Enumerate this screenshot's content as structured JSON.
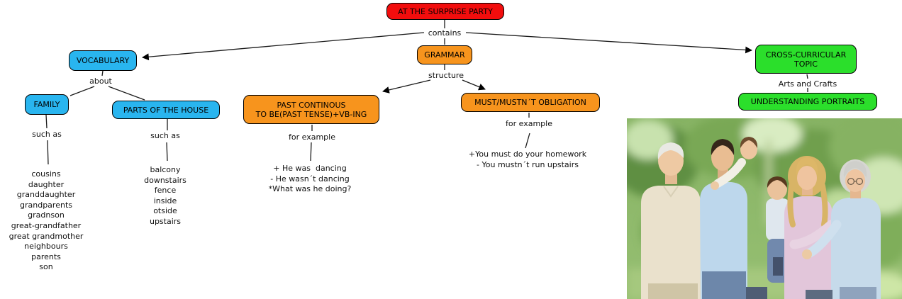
{
  "colors": {
    "root_red": "#f20d0d",
    "vocab_cyan": "#29b5ef",
    "grammar_orange": "#f7941d",
    "topic_green": "#2bdf2b"
  },
  "nodes": {
    "root": "AT THE SURPRISE PARTY",
    "vocabulary": "VOCABULARY",
    "grammar": "GRAMMAR",
    "cross_curricular": "CROSS-CURRICULAR\nTOPIC",
    "family": "FAMILY",
    "parts_of_the_house": "PARTS OF THE HOUSE",
    "past_continous": "PAST CONTINOUS\nTO BE(PAST TENSE)+VB-ING",
    "must_obligation": "MUST/MUSTN´T OBLIGATION",
    "understanding_portraits": "UNDERSTANDING PORTRAITS"
  },
  "link_labels": {
    "contains": "contains",
    "about": "about",
    "such_as_family": "such as",
    "such_as_house": "such as",
    "structure": "structure",
    "for_example_past": "for example",
    "for_example_must": "for example",
    "arts_and_crafts": "Arts and Crafts"
  },
  "lists": {
    "family_members": [
      "cousins",
      "daughter",
      "granddaughter",
      "grandparents",
      "gradnson",
      "great-grandfather",
      "great grandmother",
      "neighbours",
      "parents",
      "son"
    ],
    "house_parts": [
      "balcony",
      "downstairs",
      "fence",
      "inside",
      "otside",
      "upstairs"
    ],
    "past_continous_examples": [
      "+ He was  dancing",
      "- He wasn´t dancing",
      "*What was he doing?"
    ],
    "must_examples": [
      "+You must do your homework",
      "- You mustn´t run upstairs"
    ]
  },
  "photo": {
    "description": "Multi-generation family posing together outdoors among green trees"
  }
}
